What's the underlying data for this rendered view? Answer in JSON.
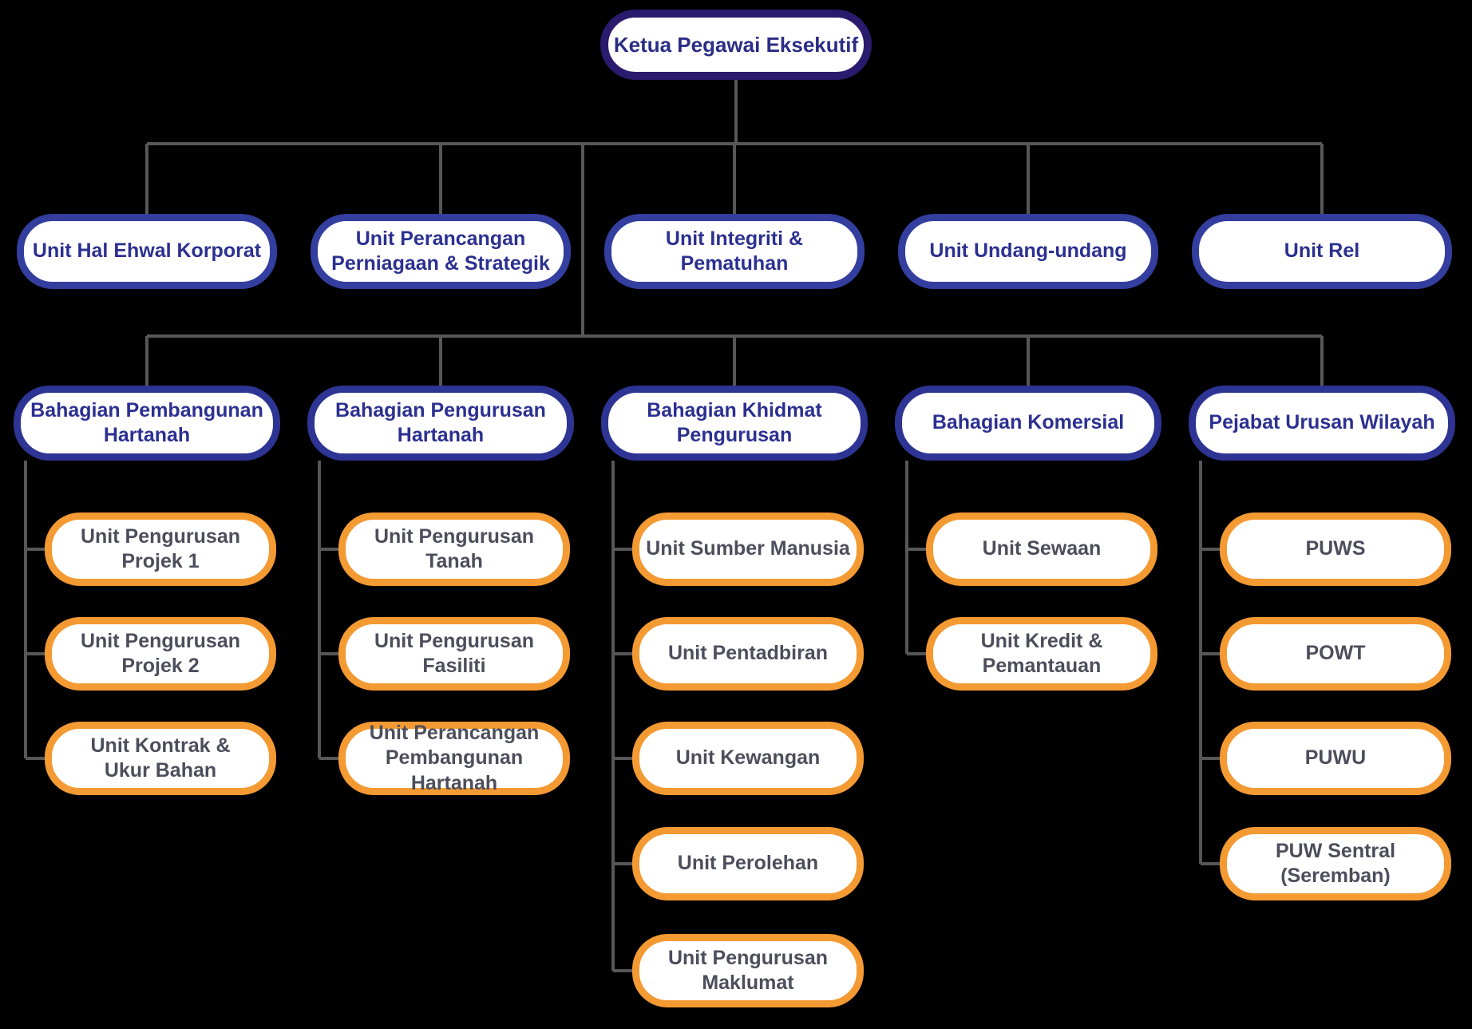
{
  "chart": {
    "title": "Organisational structure chart",
    "root": {
      "label": "Ketua Pegawai Eksekutif"
    },
    "level2": [
      {
        "label": "Unit Hal Ehwal Korporat"
      },
      {
        "label": "Unit Perancangan\nPerniagaan & Strategik"
      },
      {
        "label": "Unit Integriti &\nPematuhan"
      },
      {
        "label": "Unit Undang-undang"
      },
      {
        "label": "Unit Rel"
      }
    ],
    "divisions": [
      {
        "label": "Bahagian Pembangunan\nHartanah",
        "units": [
          "Unit Pengurusan\nProjek 1",
          "Unit Pengurusan\nProjek 2",
          "Unit Kontrak &\nUkur Bahan"
        ]
      },
      {
        "label": "Bahagian Pengurusan\nHartanah",
        "units": [
          "Unit Pengurusan\nTanah",
          "Unit Pengurusan\nFasiliti",
          "Unit Perancangan\nPembangunan Hartanah"
        ]
      },
      {
        "label": "Bahagian Khidmat\nPengurusan",
        "units": [
          "Unit Sumber Manusia",
          "Unit Pentadbiran",
          "Unit Kewangan",
          "Unit Perolehan",
          "Unit Pengurusan\nMaklumat"
        ]
      },
      {
        "label": "Bahagian Komersial",
        "units": [
          "Unit Sewaan",
          "Unit Kredit &\nPemantauan"
        ]
      },
      {
        "label": "Pejabat Urusan Wilayah",
        "units": [
          "PUWS",
          "POWT",
          "PUWU",
          "PUW Sentral\n(Seremban)"
        ]
      }
    ],
    "colors": {
      "background": "#000000",
      "root_border": "#2a1b6e",
      "level2_border": "#333e9f",
      "division_border": "#2e3493",
      "unit_border": "#f49a33",
      "blue_text": "#2c3090",
      "unit_text": "#4d4e5c",
      "box_fill": "#ffffff",
      "connector": "#575757"
    }
  }
}
